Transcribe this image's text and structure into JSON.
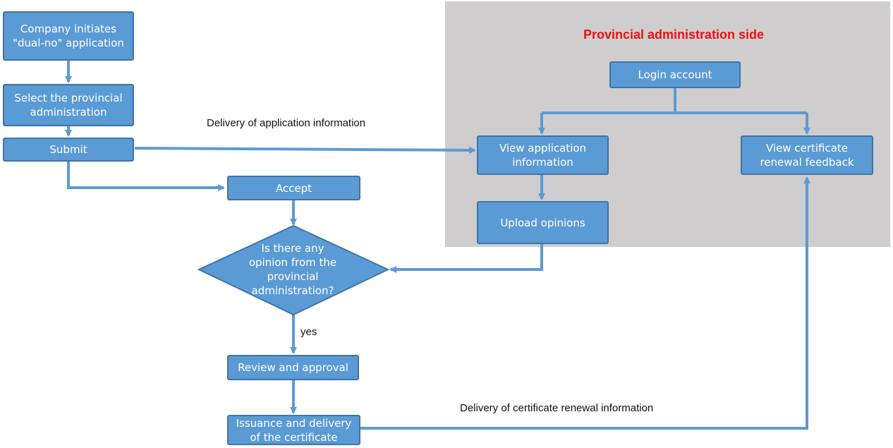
{
  "panel": {
    "title": "Provincial administration side"
  },
  "nodes": {
    "company_initiates": "Company initiates \"dual-no\" application",
    "select_provincial": "Select the provincial administration",
    "submit": "Submit",
    "accept": "Accept",
    "decision": "Is there any opinion from the provincial administration?",
    "review_approval": "Review and approval",
    "issuance_delivery": "Issuance and delivery of the certificate",
    "login_account": "Login account",
    "view_application": "View application information",
    "upload_opinions": "Upload opinions",
    "view_feedback": "View certificate renewal feedback"
  },
  "edges": {
    "delivery_application": "Delivery of application information",
    "delivery_certificate": "Delivery of certificate renewal information",
    "yes": "yes"
  },
  "colors": {
    "node_fill": "#5b9bd5",
    "node_border": "#3f74a6",
    "connector": "#5b9bd5",
    "panel_bg": "#cfcdce",
    "panel_title": "#ee1111"
  }
}
